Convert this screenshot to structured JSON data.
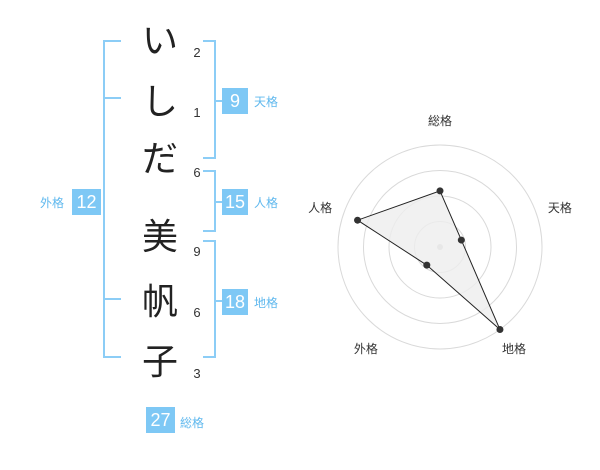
{
  "name": {
    "chars": [
      {
        "char": "い",
        "strokes": "2"
      },
      {
        "char": "し",
        "strokes": "1"
      },
      {
        "char": "だ",
        "strokes": "6"
      },
      {
        "char": "美",
        "strokes": "9"
      },
      {
        "char": "帆",
        "strokes": "6"
      },
      {
        "char": "子",
        "strokes": "3"
      }
    ]
  },
  "kakusu": {
    "tenkaku": {
      "label": "天格",
      "value": "9"
    },
    "jinkaku": {
      "label": "人格",
      "value": "15"
    },
    "chikaku": {
      "label": "地格",
      "value": "18"
    },
    "gaikaku": {
      "label": "外格",
      "value": "12"
    },
    "soukaku": {
      "label": "総格",
      "value": "27"
    }
  },
  "radar": {
    "axes": [
      "総格",
      "天格",
      "地格",
      "外格",
      "人格"
    ],
    "values": [
      0.55,
      0.22,
      1.0,
      0.22,
      0.85
    ],
    "max": 1.0,
    "rings": 4,
    "fill_color": "#eeeeee",
    "line_color": "#222222",
    "ring_color": "#d9d9d9"
  },
  "colors": {
    "accent": "#7ec8f5",
    "label": "#5fb8ee"
  }
}
